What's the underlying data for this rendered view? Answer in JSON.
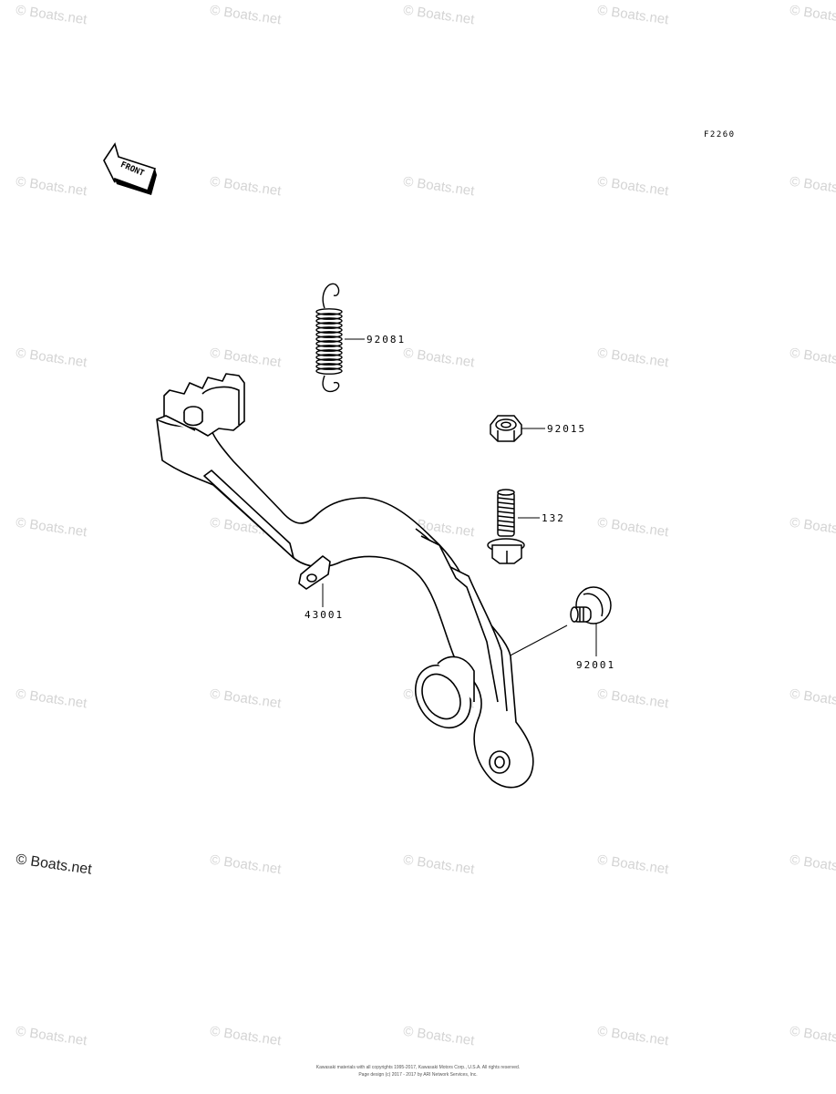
{
  "diagram": {
    "ref_code": "F2260",
    "front_label": "FRONT",
    "parts": [
      {
        "id": "spring",
        "number": "92081"
      },
      {
        "id": "nut",
        "number": "92015"
      },
      {
        "id": "bolt",
        "number": "132"
      },
      {
        "id": "pedal",
        "number": "43001"
      },
      {
        "id": "screw",
        "number": "92001"
      }
    ]
  },
  "watermark": {
    "text": "© Boats.net"
  },
  "footer": {
    "line1": "Kawasaki materials with all copyrights 1995-2017, Kawasaki Motors Corp., U.S.A. All rights reserved.",
    "line2": "Page design (c) 2017 - 2017 by ARI Network Services, Inc."
  }
}
